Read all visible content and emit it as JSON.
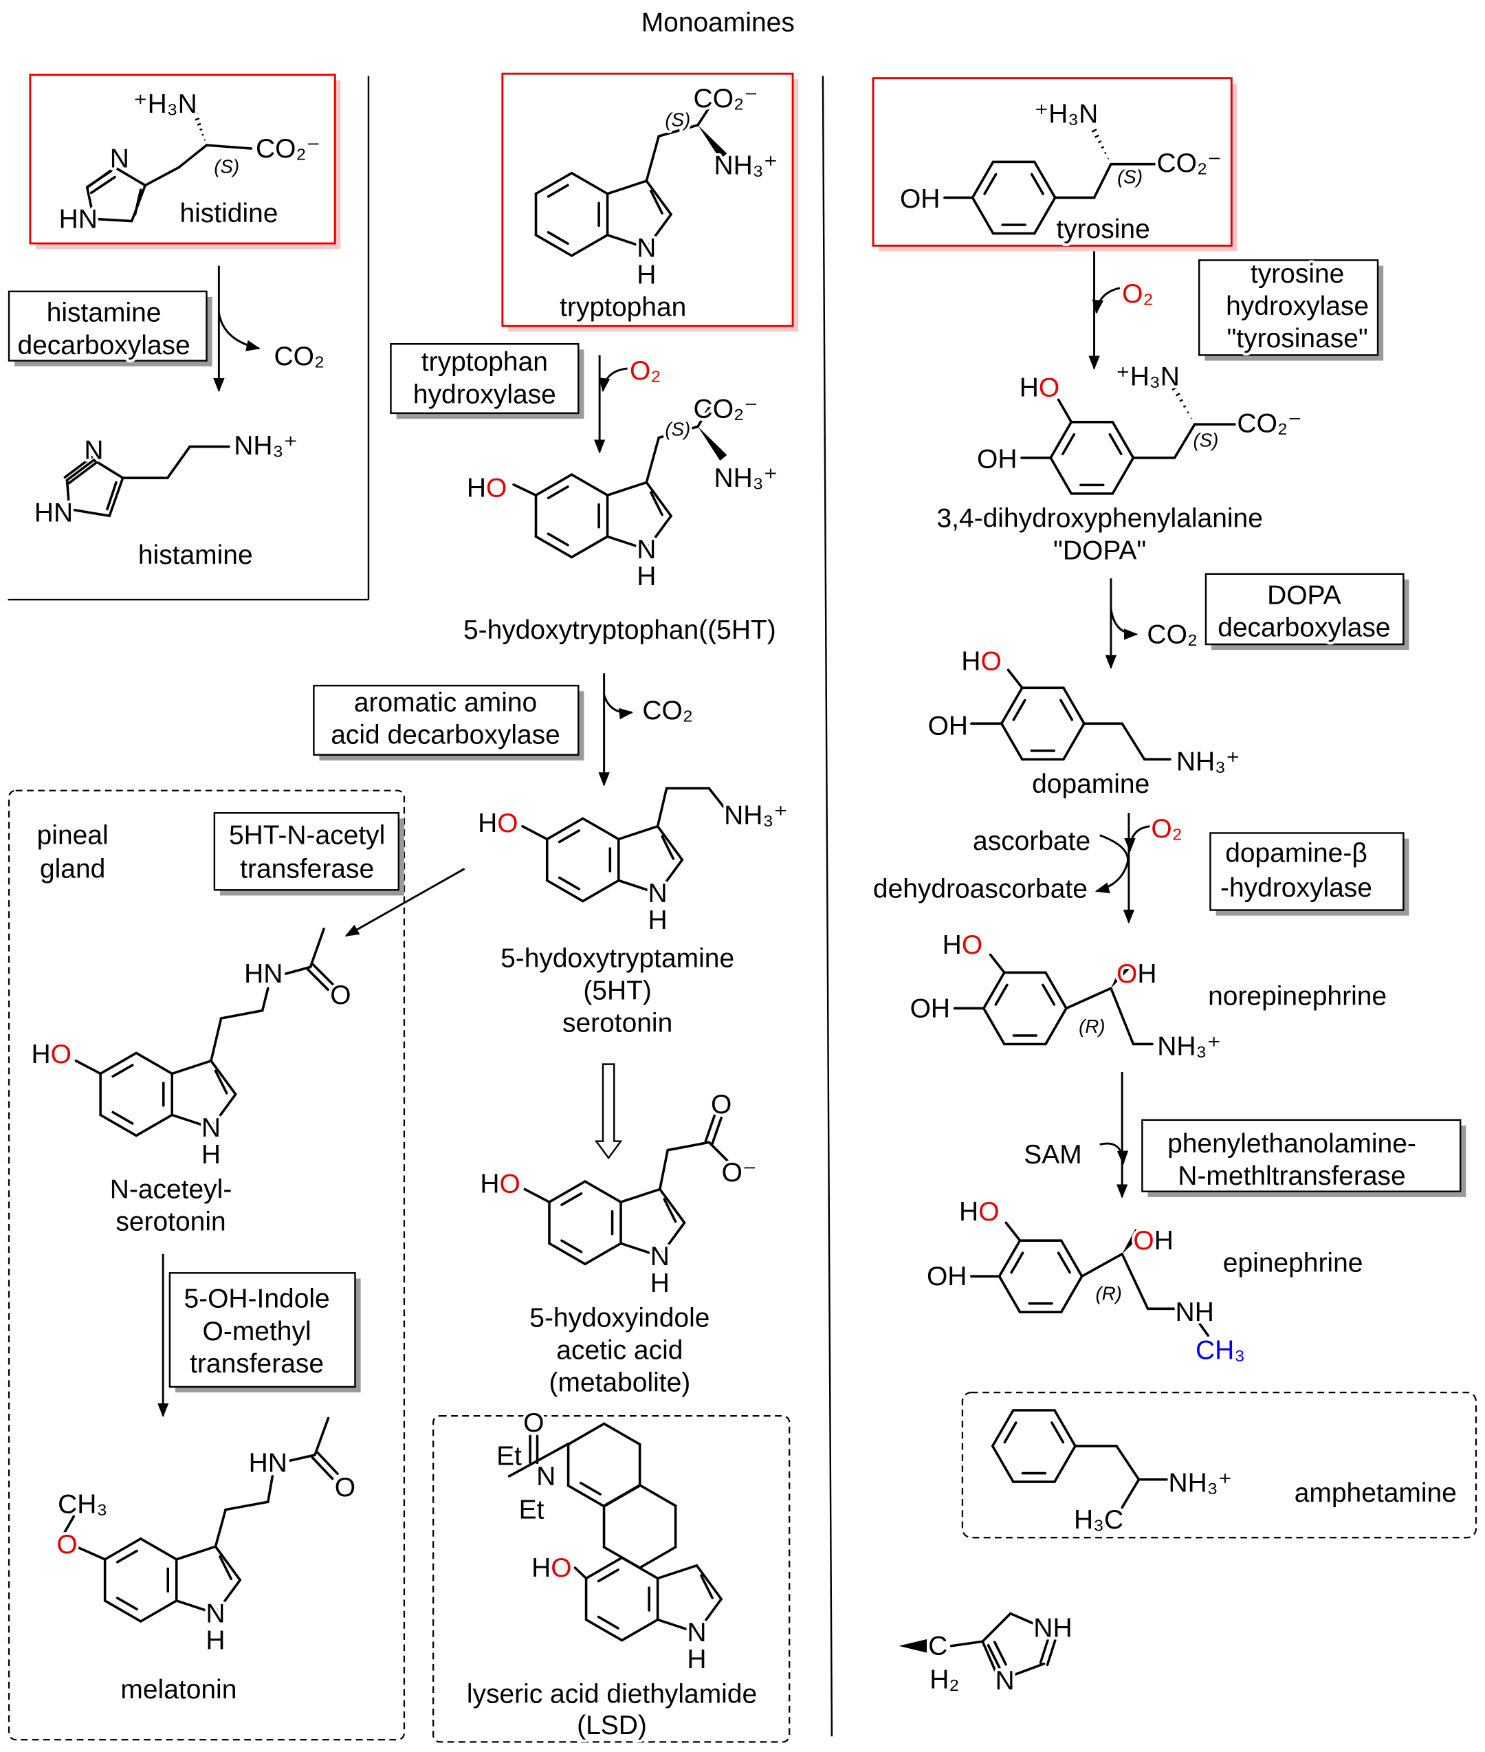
{
  "title": "Monoamines",
  "colors": {
    "oxygen": "#e60000",
    "methyl": "#0000e6",
    "reactant_box": "#e60000"
  },
  "histidine": {
    "amine": "⁺H₃N",
    "n": "N",
    "hn": "HN",
    "carboxylate": "CO₂⁻",
    "stereo": "(S)",
    "name": "histidine"
  },
  "histamine_decarboxylase": {
    "line1": "histamine",
    "line2": "decarboxylase",
    "byproduct": "CO₂"
  },
  "histamine": {
    "n": "N",
    "hn": "HN",
    "amine": "NH₃⁺",
    "name": "histamine"
  },
  "tryptophan": {
    "carboxylate": "CO₂⁻",
    "stereo": "(S)",
    "amine": "NH₃⁺",
    "n": "N",
    "h": "H",
    "name": "tryptophan"
  },
  "tryptophan_hydroxylase": {
    "line1": "tryptophan",
    "line2": "hydroxylase",
    "cofactor": "O₂"
  },
  "htp": {
    "carboxylate": "CO₂⁻",
    "stereo": "(S)",
    "amine": "NH₃⁺",
    "ho": "HO",
    "n": "N",
    "h": "H",
    "name": "5-hydoxytryptophan((5HT)"
  },
  "aadc": {
    "line1": "aromatic amino",
    "line2": "acid decarboxylase",
    "byproduct": "CO₂"
  },
  "serotonin": {
    "amine": "NH₃⁺",
    "ho": "HO",
    "n": "N",
    "h": "H",
    "name1": "5-hydoxytryptamine",
    "name2": "(5HT)",
    "name3": "serotonin"
  },
  "pineal": {
    "line1": "pineal",
    "line2": "gland"
  },
  "aanat": {
    "line1": "5HT-N-acetyl",
    "line2": "transferase"
  },
  "nas": {
    "hn": "HN",
    "o": "O",
    "ho": "HO",
    "n": "N",
    "h": "H",
    "name1": "N-aceteyl-",
    "name2": "serotonin"
  },
  "hiomt": {
    "line1": "5-OH-Indole",
    "line2": "O-methyl",
    "line3": "transferase"
  },
  "melatonin": {
    "hn": "HN",
    "o": "O",
    "ch3": "CH₃",
    "o_ether": "O",
    "n": "N",
    "h": "H",
    "name": "melatonin"
  },
  "hiaa": {
    "o": "O",
    "o_minus": "O⁻",
    "ho": "HO",
    "n": "N",
    "h": "H",
    "name1": "5-hydoxyindole",
    "name2": "acetic acid",
    "name3": "(metabolite)"
  },
  "lsd": {
    "et1": "Et",
    "n_amide": "N",
    "et2": "Et",
    "o": "O",
    "ho": "HO",
    "n": "N",
    "h": "H",
    "name1": "lyseric acid diethylamide",
    "name2": "(LSD)"
  },
  "tyrosine": {
    "amine": "⁺H₃N",
    "carboxylate": "CO₂⁻",
    "stereo": "(S)",
    "oh": "OH",
    "name": "tyrosine"
  },
  "tyrosine_hydroxylase": {
    "line1": "tyrosine",
    "line2": "hydroxylase",
    "line3": "\"tyrosinase\"",
    "cofactor": "O₂"
  },
  "dopa": {
    "amine": "⁺H₃N",
    "ho": "HO",
    "carboxylate": "CO₂⁻",
    "stereo": "(S)",
    "oh": "OH",
    "name1": "3,4-dihydroxyphenylalanine",
    "name2": "\"DOPA\""
  },
  "dopa_decarboxylase": {
    "line1": "DOPA",
    "line2": "decarboxylase",
    "byproduct": "CO₂"
  },
  "dopamine": {
    "ho": "HO",
    "oh": "OH",
    "amine": "NH₃⁺",
    "name": "dopamine"
  },
  "dbh": {
    "line1": "dopamine-β",
    "line2": "-hydroxylase",
    "cofactor": "O₂",
    "reductant": "ascorbate",
    "oxidized": "dehydroascorbate"
  },
  "norepinephrine": {
    "ho": "HO",
    "oh_side": "OH",
    "oh": "OH",
    "stereo": "(R)",
    "amine": "NH₃⁺",
    "name": "norepinephrine"
  },
  "pnmt": {
    "line1": "phenylethanolamine-",
    "line2": "N-methltransferase",
    "cofactor": "SAM"
  },
  "epinephrine": {
    "ho": "HO",
    "oh_side": "OH",
    "oh": "OH",
    "stereo": "(R)",
    "nh": "NH",
    "ch3": "CH₃",
    "name": "epinephrine"
  },
  "amphetamine": {
    "amine": "NH₃⁺",
    "methyl": "H₃C",
    "name": "amphetamine"
  },
  "imidazolylmethyl": {
    "c": "C",
    "h2": "H₂",
    "nh": "NH",
    "n": "N"
  }
}
